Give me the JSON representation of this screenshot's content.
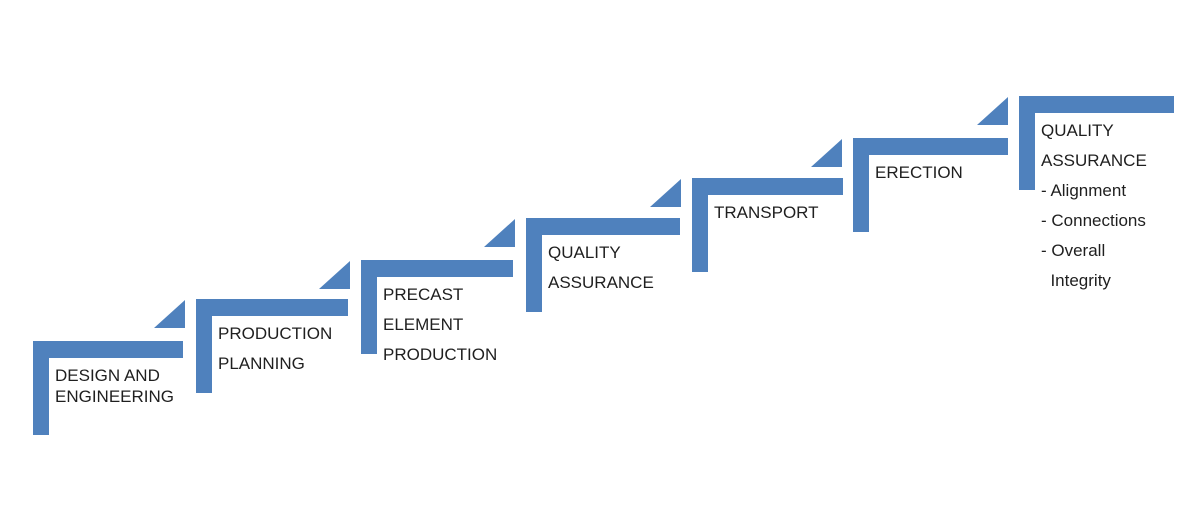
{
  "diagram": {
    "type": "staircase-process",
    "background_color": "#FFFFFF",
    "accent_color": "#4F81BD",
    "text_color": "#1F1F1F",
    "steps": [
      {
        "lines": [
          "DESIGN AND",
          "ENGINEERING"
        ]
      },
      {
        "lines": [
          "PRODUCTION",
          "PLANNING"
        ]
      },
      {
        "lines": [
          "PRECAST",
          "ELEMENT",
          "PRODUCTION"
        ]
      },
      {
        "lines": [
          "QUALITY",
          "ASSURANCE"
        ]
      },
      {
        "lines": [
          "TRANSPORT"
        ]
      },
      {
        "lines": [
          "ERECTION"
        ]
      },
      {
        "lines": [
          "QUALITY",
          "ASSURANCE",
          "- Alignment",
          "- Connections",
          "- Overall",
          "  Integrity"
        ]
      }
    ],
    "connector_icon": "up-step-triangle"
  }
}
